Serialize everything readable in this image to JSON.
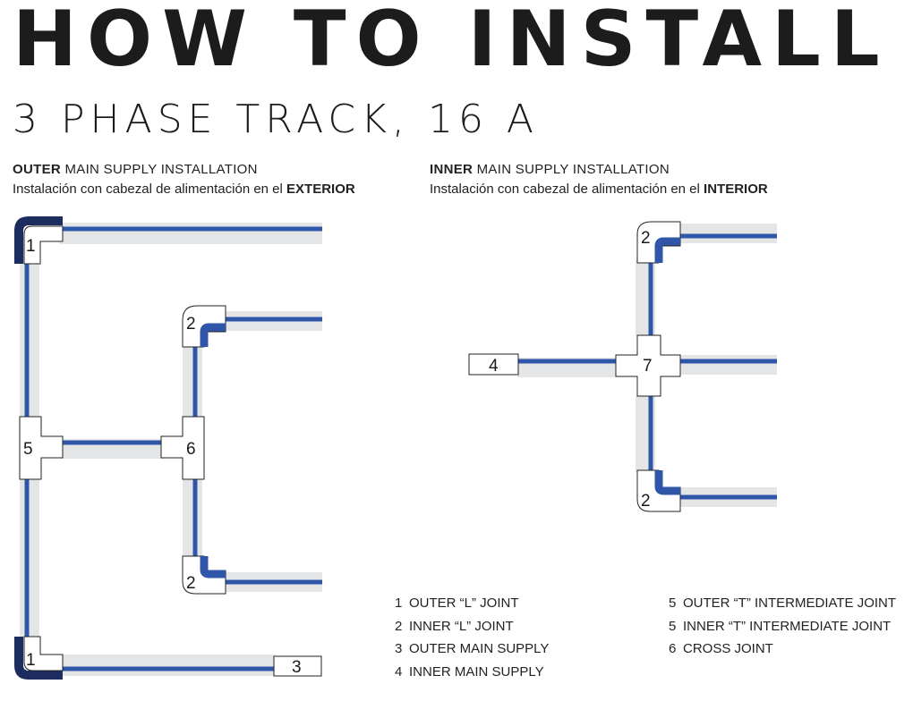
{
  "header": {
    "title": "HOW TO INSTALL",
    "subtitle": "3 PHASE TRACK, 16 A"
  },
  "outer_section": {
    "heading_bold": "OUTER",
    "heading_rest": " MAIN SUPPLY INSTALLATION",
    "desc_prefix": "Instalación con cabezal de alimentación en el ",
    "desc_bold": "EXTERIOR"
  },
  "inner_section": {
    "heading_bold": "INNER",
    "heading_rest": " MAIN SUPPLY INSTALLATION",
    "desc_prefix": "Instalación con cabezal de alimentación en el ",
    "desc_bold": "INTERIOR"
  },
  "labels": {
    "outer_l": "1",
    "inner_l": "2",
    "outer_supply": "3",
    "inner_supply": "4",
    "outer_t": "5",
    "inner_t": "6",
    "cross": "7"
  },
  "legend": {
    "left": [
      {
        "num": "1",
        "text": "OUTER “L” JOINT"
      },
      {
        "num": "2",
        "text": "INNER “L” JOINT"
      },
      {
        "num": "3",
        "text": "OUTER MAIN SUPPLY"
      },
      {
        "num": "4",
        "text": "INNER MAIN SUPPLY"
      }
    ],
    "right": [
      {
        "num": "5",
        "text": "OUTER “T” INTERMEDIATE JOINT"
      },
      {
        "num": "5",
        "text": "INNER “T” INTERMEDIATE JOINT"
      },
      {
        "num": "6",
        "text": "CROSS JOINT"
      }
    ]
  },
  "colors": {
    "track": "#e4e5e7",
    "line": "#2f56a8",
    "joint_dark": "#1c2c5e",
    "text": "#1a1a1a"
  }
}
